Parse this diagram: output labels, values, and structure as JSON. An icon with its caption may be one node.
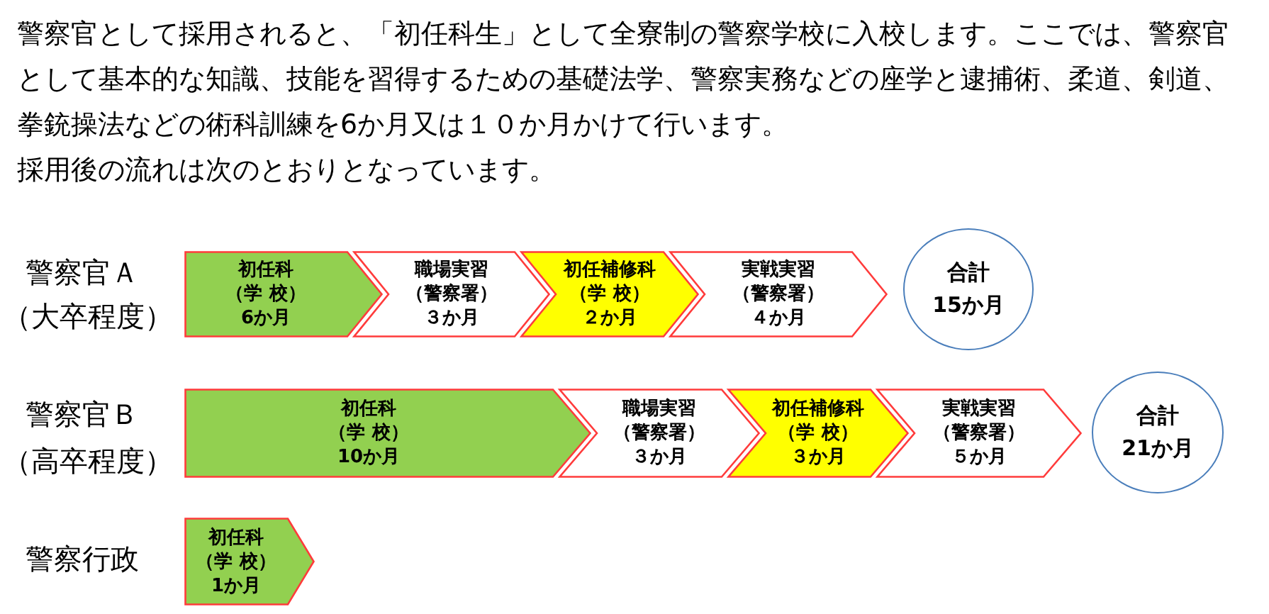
{
  "diagram": {
    "nodes": [
      {
        "text": [
          "初任科",
          "（学 校）",
          "6か月"
        ]
      },
      {
        "text": [
          "職場実習",
          "（警察署）",
          "３か月"
        ]
      },
      {
        "text": [
          "初任補修科",
          "（学 校）",
          "２か月"
        ]
      },
      {
        "text": [
          "実戦実習",
          "（警察署）",
          "４か月"
        ]
      },
      {
        "text": [
          "合計",
          "15か月"
        ]
      },
      {
        "text": [
          "初任科",
          "（学 校）",
          "10か月"
        ]
      },
      {
        "text": [
          "職場実習",
          "（警察署）",
          "３か月"
        ]
      },
      {
        "text": [
          "初任補修科",
          "（学 校）",
          "３か月"
        ]
      },
      {
        "text": [
          "実戦実習",
          "（警察署）",
          "５か月"
        ]
      },
      {
        "text": [
          "合計",
          "21か月"
        ]
      },
      {
        "text": [
          "初任科",
          "（学 校）",
          "1か月"
        ]
      }
    ],
    "labels": [
      "警察官として採用されると、「初任科生」として全寮制の警察学校に入校します。ここでは、警察官として基本的な知識、技能を習得するための基礎法学、警察実務などの座学と逮捕術、柔道、剣道、拳銃操法などの術科訓練を6か月又は１０か月かけて行います。",
      "採用後の流れは次のとおりとなっています。",
      "警察官Ａ",
      "（大卒程度）",
      "警察官Ｂ",
      "（高卒程度）",
      "警察行政"
    ]
  }
}
